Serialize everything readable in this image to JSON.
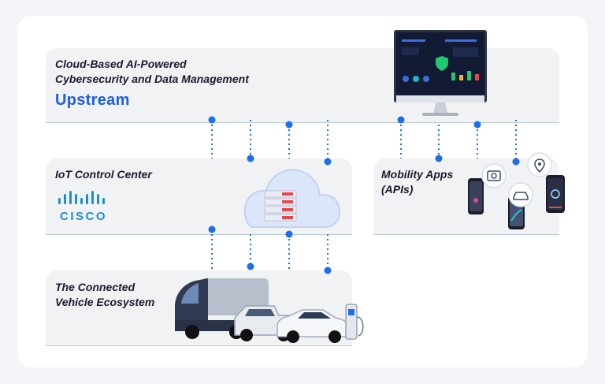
{
  "panels": {
    "cloud": {
      "title": "Cloud-Based AI-Powered\nCybersecurity and Data Management",
      "brand": "Upstream"
    },
    "iot": {
      "title": "IoT Control Center",
      "brand": "CISCO"
    },
    "mobility": {
      "title": "Mobility Apps\n(APIs)"
    },
    "vehicle": {
      "title": "The Connected\nVehicle Ecosystem"
    }
  },
  "colors": {
    "accent": "#1d6fe8",
    "panel_bg": "#f1f2f4",
    "panel_line": "#b9c6da",
    "upstream_blue": "#1d5fe0",
    "cisco_blue": "#1b8fd4",
    "title": "#1a1a2e"
  },
  "icons": [
    "monitor-dashboard-icon",
    "cloud-server-icon",
    "phone-icon",
    "camera-icon",
    "car-badge-icon",
    "map-pin-icon",
    "truck-icon",
    "pickup-icon",
    "sedan-icon",
    "ev-charger-icon"
  ]
}
